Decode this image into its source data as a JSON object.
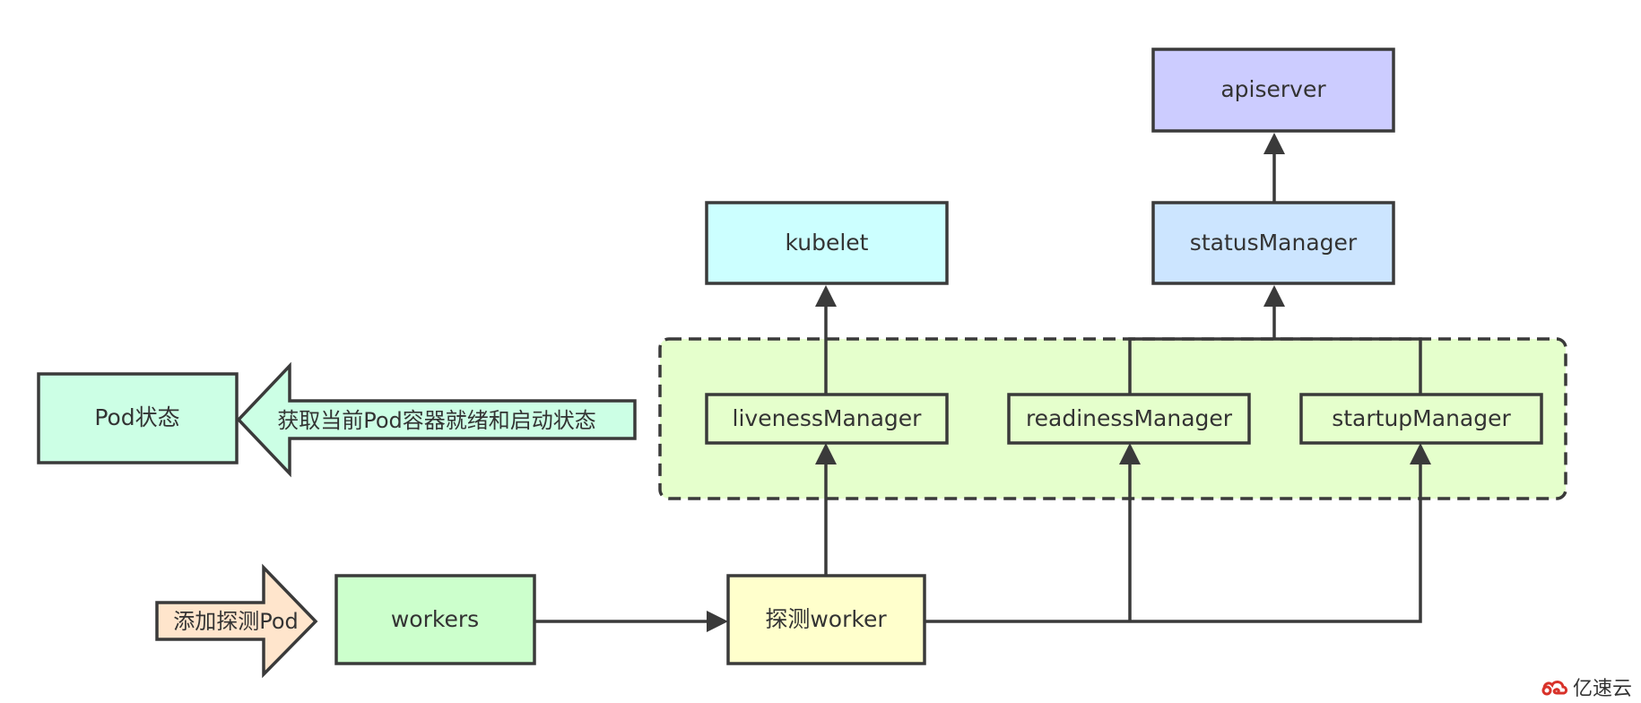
{
  "nodes": {
    "apiserver": "apiserver",
    "kubelet": "kubelet",
    "status_manager": "statusManager",
    "liveness_manager": "livenessManager",
    "readiness_manager": "readinessManager",
    "startup_manager": "startupManager",
    "pod_status": "Pod状态",
    "workers": "workers",
    "probe_worker": "探测worker"
  },
  "arrows": {
    "get_status": "获取当前Pod容器就绪和启动状态",
    "add_probe_pod": "添加探测Pod"
  },
  "watermark": {
    "text": "亿速云",
    "icon": "yisu-cloud-logo-icon"
  },
  "colors": {
    "apiserver": "#ccccff",
    "kubelet": "#ccffff",
    "status_manager": "#cce5ff",
    "manager_group": "#e5ffcc",
    "pod_status": "#ccffe5",
    "workers": "#ccffcc",
    "probe_worker": "#ffffcc",
    "get_status_arrow": "#ccffe5",
    "add_probe_arrow": "#ffe5cc",
    "logo": "#d8322a"
  }
}
